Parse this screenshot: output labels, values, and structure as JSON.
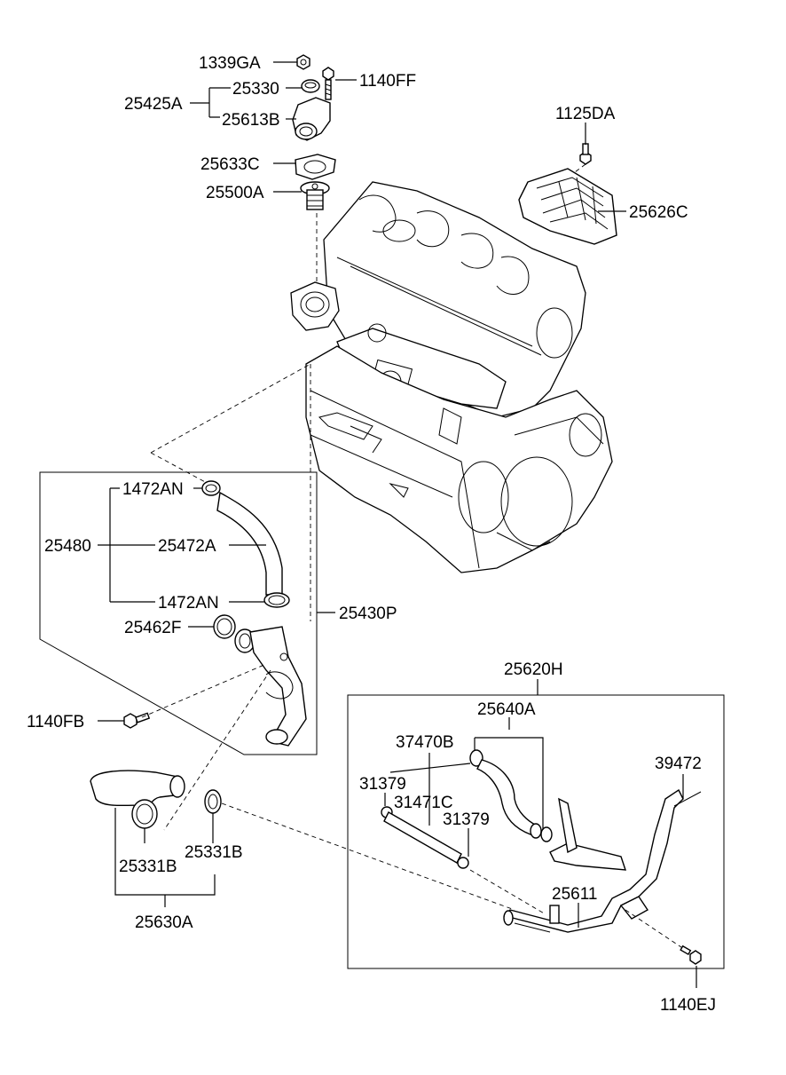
{
  "labels": {
    "p1339GA": "1339GA",
    "p25330": "25330",
    "p1140FF": "1140FF",
    "p25425A": "25425A",
    "p25613B": "25613B",
    "p25633C": "25633C",
    "p25500A": "25500A",
    "p1125DA": "1125DA",
    "p25626C": "25626C",
    "p1472AN_top": "1472AN",
    "p25480": "25480",
    "p25472A": "25472A",
    "p1472AN_bot": "1472AN",
    "p25430P": "25430P",
    "p25462F": "25462F",
    "p1140FB": "1140FB",
    "p25620H": "25620H",
    "p25640A": "25640A",
    "p37470B": "37470B",
    "p39472": "39472",
    "p31379_left": "31379",
    "p31471C": "31471C",
    "p31379_right": "31379",
    "p25611": "25611",
    "p25331B_right": "25331B",
    "p25331B_left": "25331B",
    "p25630A": "25630A",
    "p1140EJ": "1140EJ"
  }
}
